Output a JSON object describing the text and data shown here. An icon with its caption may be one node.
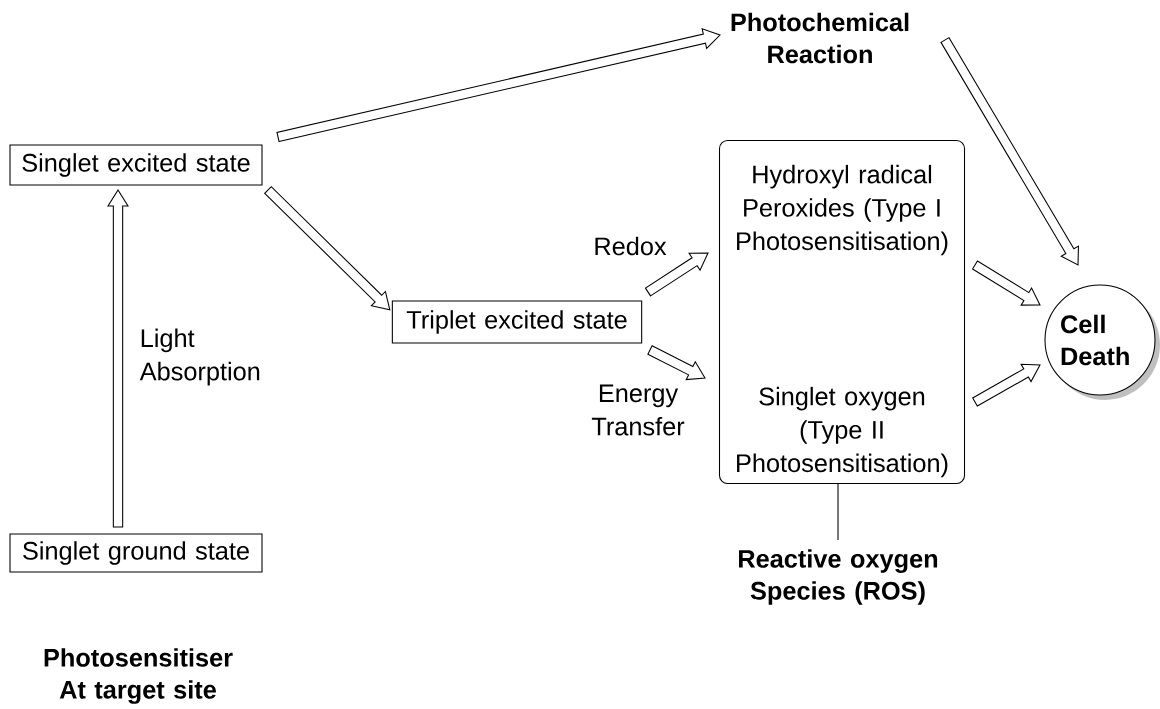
{
  "diagram": {
    "nodes": [
      {
        "text": [
          "Singlet excited state"
        ]
      },
      {
        "text": [
          "Triplet excited state"
        ]
      },
      {
        "text": [
          "Singlet ground state"
        ]
      },
      {
        "text": [
          "Photochemical Reaction"
        ]
      },
      {
        "text": [
          "Hydroxyl radical Peroxides (Type I Photosensitisation)",
          "Singlet oxygen (Type II Photosensitisation)"
        ]
      },
      {
        "text": [
          "Cell Death"
        ]
      },
      {
        "text": [
          "Reactive oxygen Species (ROS)"
        ]
      }
    ],
    "edges": [
      {
        "from": 2,
        "to": 0,
        "arrow": "to",
        "label": "Light Absorption"
      },
      {
        "from": 0,
        "to": 3,
        "arrow": "to"
      },
      {
        "from": 3,
        "to": 5,
        "arrow": "to"
      },
      {
        "from": 0,
        "to": 1,
        "arrow": "to"
      },
      {
        "from": 1,
        "to": 4,
        "arrow": "to",
        "label": "Redox"
      },
      {
        "from": 1,
        "to": 4,
        "arrow": "to",
        "label": "Energy Transfer"
      },
      {
        "from": 4,
        "to": 5,
        "arrow": "to"
      },
      {
        "from": 4,
        "to": 5,
        "arrow": "to"
      },
      {
        "from": 6,
        "to": 4,
        "arrow": "none"
      }
    ],
    "labels": [
      "Photosensitiser At target site"
    ]
  }
}
